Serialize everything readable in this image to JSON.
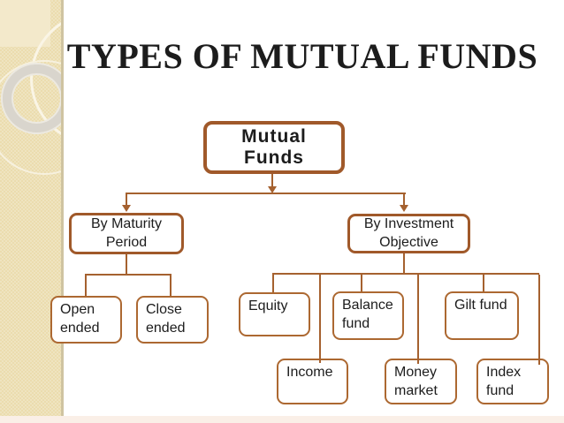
{
  "title": "TYPES OF MUTUAL FUNDS",
  "colors": {
    "connector": "#A5612F",
    "border-thick": "#A0592A",
    "border-thin": "#AC6831",
    "strip": "#EBDCAE",
    "strip-square": "#F3E9CB",
    "bottom-band": "#FAEFE7",
    "ring": "#D9D5CD",
    "text": "#1C1C1C"
  },
  "tree": {
    "root": "Mutual\nFunds",
    "branches": [
      {
        "label": "By Maturity Period",
        "children": [
          "Open\nended",
          "Close\nended"
        ]
      },
      {
        "label": "By Investment Objective",
        "children": [
          "Equity",
          "Balance\nfund",
          "Gilt fund",
          "Income",
          "Money\nmarket",
          "Index\nfund"
        ]
      }
    ]
  }
}
